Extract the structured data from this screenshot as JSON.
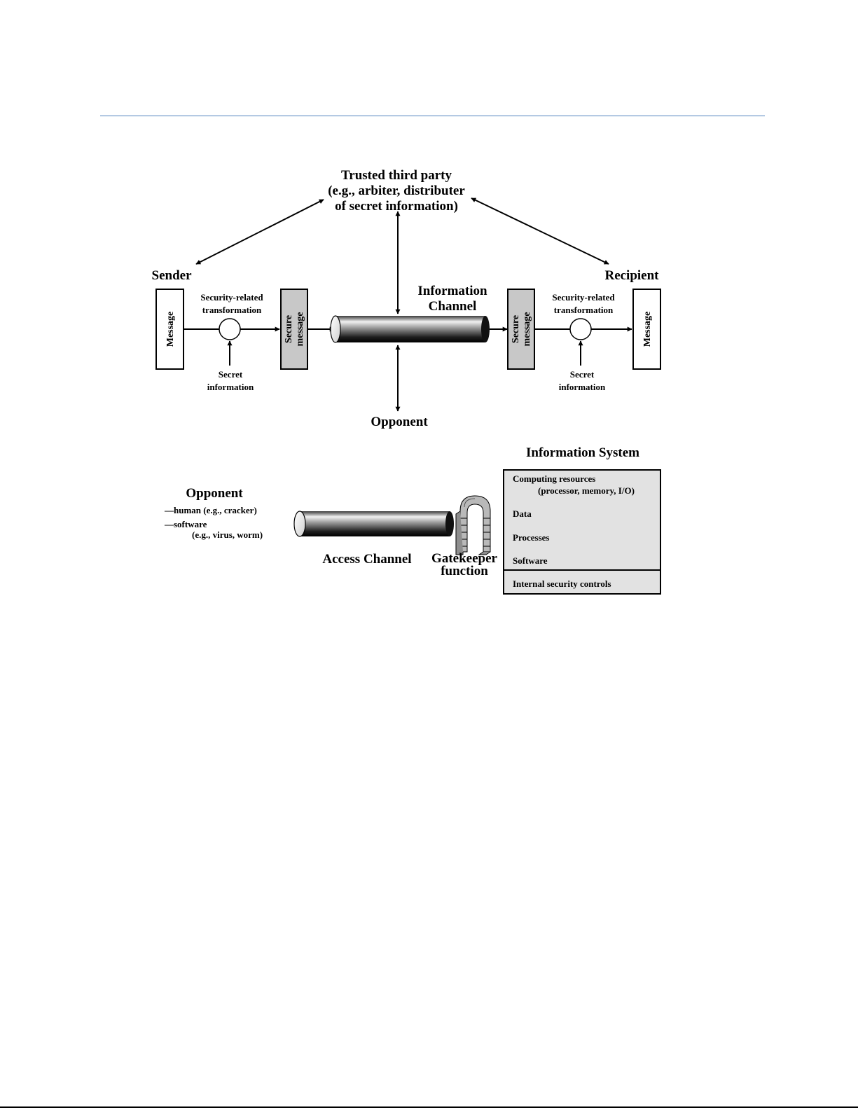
{
  "colors": {
    "header_rule": "#4f81bd",
    "box_shaded": "#c8c8c8",
    "system_fill": "#e2e2e2"
  },
  "model1": {
    "trusted_third_party": [
      "Trusted third party",
      "(e.g., arbiter, distributer",
      "of secret information)"
    ],
    "sender": "Sender",
    "recipient": "Recipient",
    "message": "Message",
    "secure_message": [
      "Secure",
      "message"
    ],
    "transformation": [
      "Security-related",
      "transformation"
    ],
    "secret_information": [
      "Secret",
      "information"
    ],
    "channel": [
      "Information",
      "Channel"
    ],
    "opponent": "Opponent"
  },
  "model2": {
    "opponent_title": "Opponent",
    "opponent_items": [
      "—human (e.g., cracker)",
      "—software",
      "(e.g., virus, worm)"
    ],
    "access_channel": "Access Channel",
    "gatekeeper": [
      "Gatekeeper",
      "function"
    ],
    "system_title": "Information System",
    "resources": [
      "Computing resources",
      "(processor, memory, I/O)"
    ],
    "data": "Data",
    "processes": "Processes",
    "software": "Software",
    "internal_controls": "Internal security controls"
  }
}
